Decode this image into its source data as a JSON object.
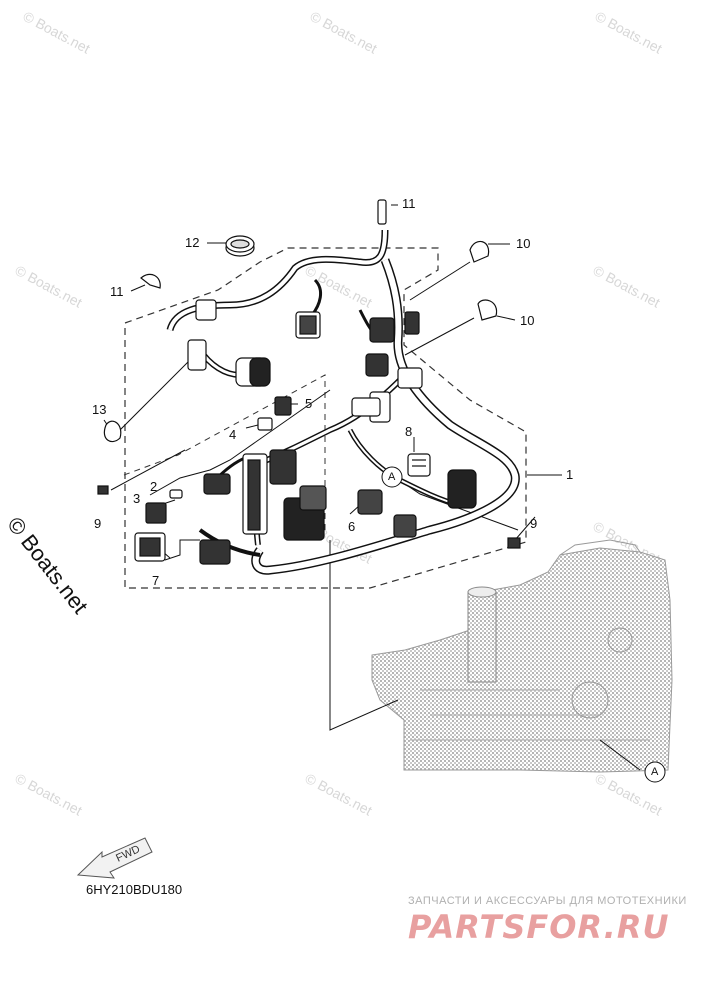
{
  "watermark": "© Boats.net",
  "callouts": {
    "p1": "1",
    "p2": "2",
    "p3": "3",
    "p4": "4",
    "p5": "5",
    "p6": "6",
    "p7": "7",
    "p8": "8",
    "p9a": "9",
    "p9b": "9",
    "p10a": "10",
    "p10b": "10",
    "p11a": "11",
    "p11b": "11",
    "p12": "12",
    "p13": "13",
    "refA1": "A",
    "refA2": "A"
  },
  "fwd_label": "FWD",
  "part_code": "6HY210BDU180",
  "shop": {
    "line": "ЗАПЧАСТИ И АКСЕССУАРЫ ДЛЯ МОТОТЕХНИКИ",
    "logo": "PARTSFOR.RU"
  },
  "colors": {
    "line": "#111111",
    "watermark": "#d7d7d7",
    "logo": "#e8a0a0",
    "engine": "#9a9a9a"
  }
}
